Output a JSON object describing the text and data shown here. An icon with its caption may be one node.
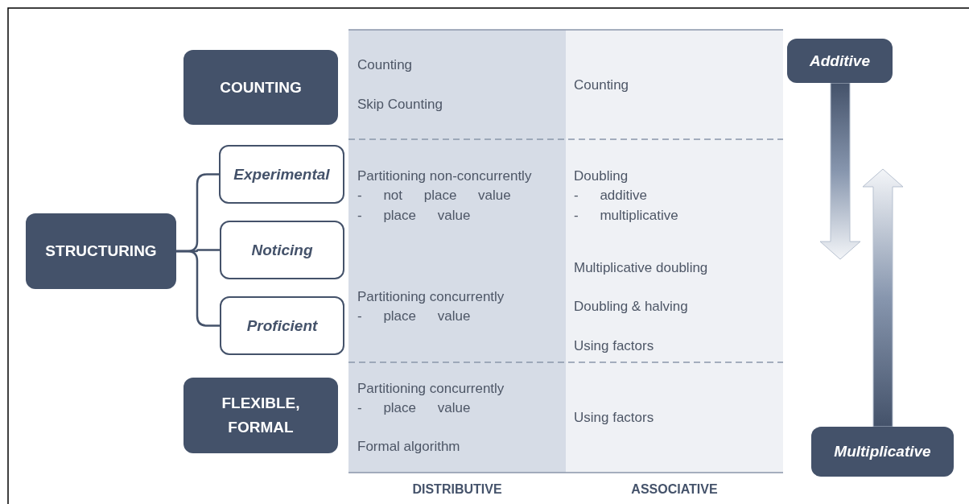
{
  "diagram": {
    "nodes": [
      {
        "text": [
          "COUNTING"
        ]
      },
      {
        "text": [
          "STRUCTURING"
        ]
      },
      {
        "text": [
          "Experimental"
        ]
      },
      {
        "text": [
          "Noticing"
        ]
      },
      {
        "text": [
          "Proficient"
        ]
      },
      {
        "text": [
          "FLEXIBLE, FORMAL"
        ]
      },
      {
        "text": [
          "Additive"
        ]
      },
      {
        "text": [
          "Multiplicative"
        ]
      }
    ],
    "edges": [
      {
        "from": 1,
        "to": 2,
        "arrow": "none"
      },
      {
        "from": 1,
        "to": 3,
        "arrow": "none"
      },
      {
        "from": 1,
        "to": 4,
        "arrow": "none"
      },
      {
        "from": 6,
        "to": null,
        "arrow": "to"
      },
      {
        "from": 7,
        "to": null,
        "arrow": "to"
      }
    ],
    "labels": [
      "Counting",
      "Skip Counting",
      "Counting",
      "Partitioning non-concurrently",
      "- not place value",
      "- place value",
      "Partitioning concurrently",
      "- place value",
      "Doubling",
      "- additive",
      "- multiplicative",
      "Multiplicative doubling",
      "Doubling & halving",
      "Using factors",
      "Partitioning concurrently",
      "- place value",
      "Formal algorithm",
      "Using factors",
      "DISTRIBUTIVE",
      "ASSOCIATIVE"
    ]
  }
}
